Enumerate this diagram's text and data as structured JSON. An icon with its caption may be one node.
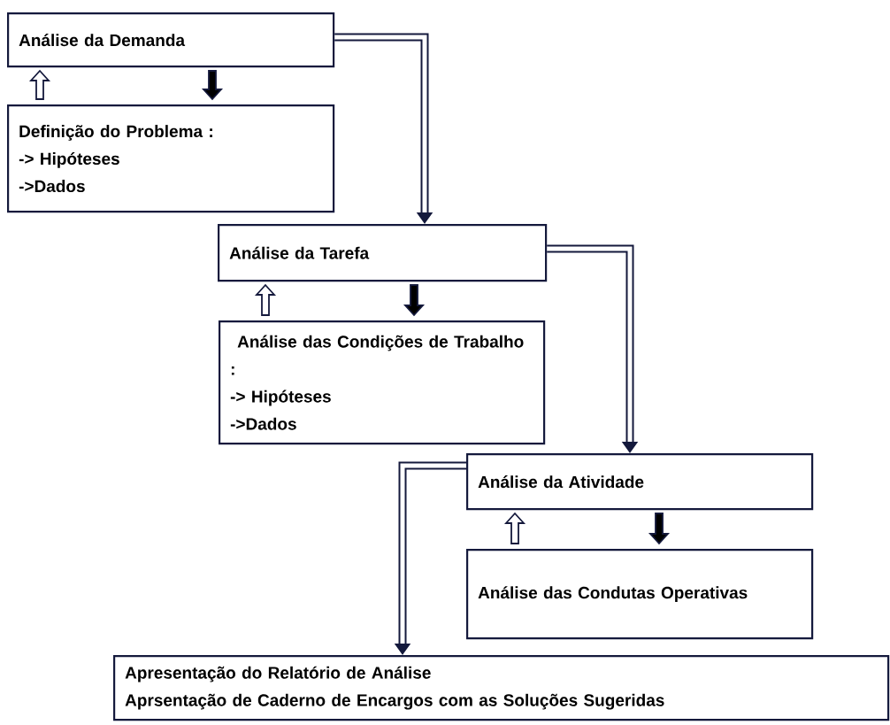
{
  "diagram": {
    "nodes": [
      {
        "text": [
          "Análise da Demanda"
        ]
      },
      {
        "text": [
          "Definição do Problema :",
          "-> Hipóteses",
          "->Dados"
        ]
      },
      {
        "text": [
          "Análise da Tarefa"
        ]
      },
      {
        "text": [
          "Análise das Condições de Trabalho :",
          "-> Hipóteses",
          "->Dados"
        ]
      },
      {
        "text": [
          "Análise da Atividade"
        ]
      },
      {
        "text": [
          "Análise das Condutas Operativas"
        ]
      },
      {
        "text": [
          "Apresentação do Relatório de Análise",
          "Aprsentação de Caderno de Encargos com as Soluções Sugeridas"
        ]
      }
    ],
    "edges": [
      {
        "from": 1,
        "to": 0,
        "arrow": "to"
      },
      {
        "from": 0,
        "to": 1,
        "arrow": "to"
      },
      {
        "from": 0,
        "to": 2,
        "arrow": "to"
      },
      {
        "from": 3,
        "to": 2,
        "arrow": "to"
      },
      {
        "from": 2,
        "to": 3,
        "arrow": "to"
      },
      {
        "from": 2,
        "to": 4,
        "arrow": "to"
      },
      {
        "from": 5,
        "to": 4,
        "arrow": "to"
      },
      {
        "from": 4,
        "to": 5,
        "arrow": "to"
      },
      {
        "from": 4,
        "to": 6,
        "arrow": "to"
      }
    ]
  }
}
